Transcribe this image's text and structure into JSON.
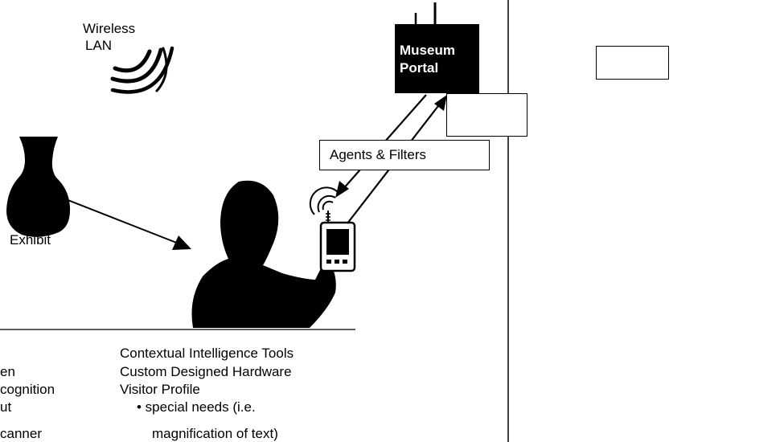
{
  "diagram": {
    "wireless_label_line1": "Wireless",
    "wireless_label_line2": "LAN",
    "portal_line1": "Museum",
    "portal_line2": "Portal",
    "agents_label": "Agents & Filters",
    "exhibit_label": "Exhibit"
  },
  "left_list": {
    "line1": "en",
    "line2": "cognition",
    "line3": "ut",
    "line4": "canner"
  },
  "right_list": {
    "line1": "Contextual Intelligence Tools",
    "line2": "Custom Designed Hardware",
    "line3": "Visitor Profile",
    "line4": "• special needs (i.e.",
    "line5": "magnification of text)"
  },
  "colors": {
    "ink": "#000000",
    "background": "#ffffff"
  }
}
